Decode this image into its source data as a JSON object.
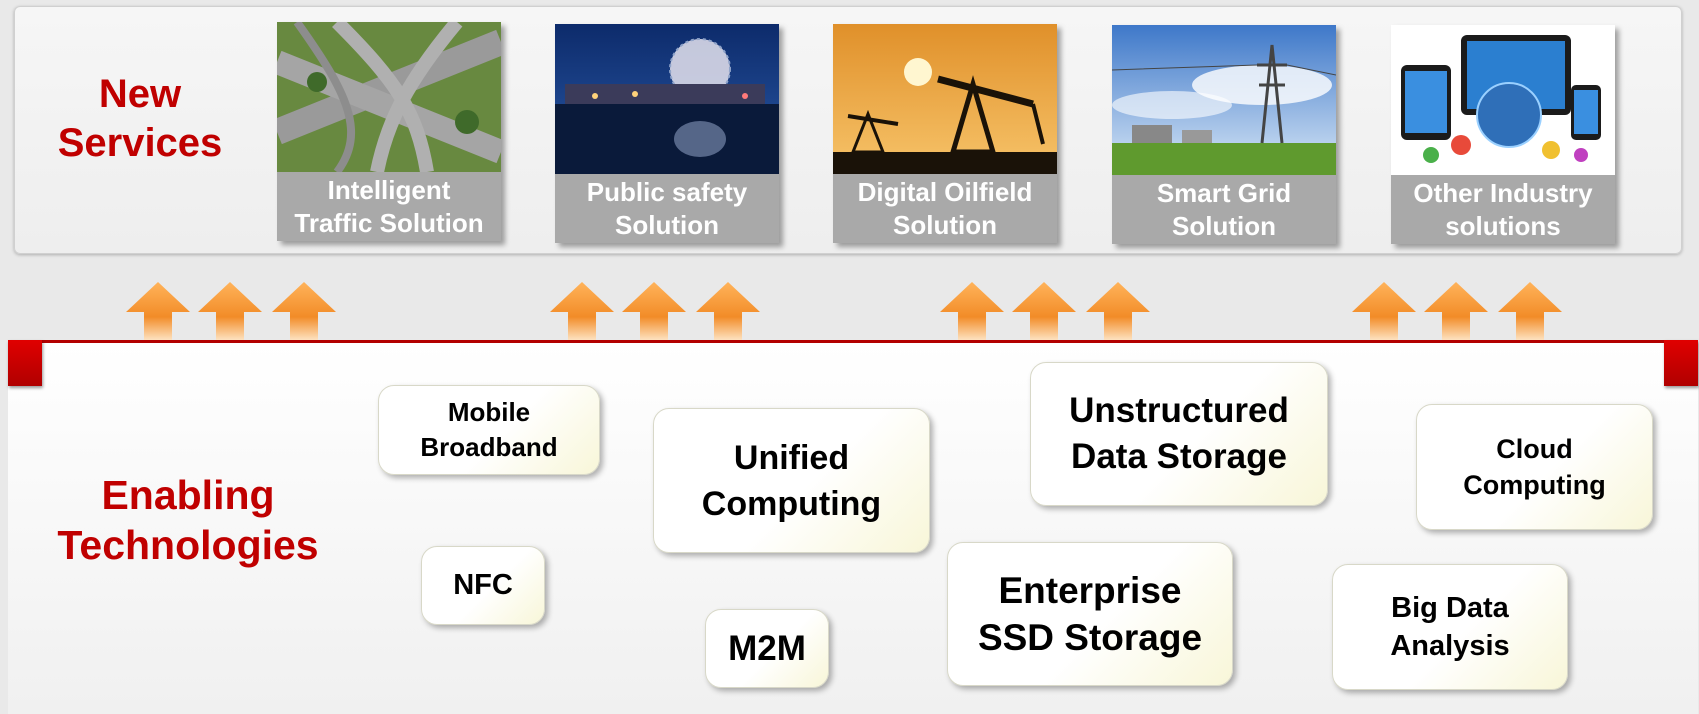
{
  "new_services": {
    "title": "New\nServices",
    "cards": [
      {
        "label": "Intelligent\nTraffic Solution",
        "image": "highway-interchange-photo"
      },
      {
        "label": "Public safety\nSolution",
        "image": "city-night-dome-photo"
      },
      {
        "label": "Digital Oilfield\nSolution",
        "image": "oil-pumpjack-sunset-photo"
      },
      {
        "label": "Smart Grid\nSolution",
        "image": "power-pylon-field-photo"
      },
      {
        "label": "Other Industry\nsolutions",
        "image": "devices-globe-collage-photo"
      }
    ]
  },
  "enabling_technologies": {
    "title": "Enabling\nTechnologies",
    "items": [
      {
        "label": "Mobile\nBroadband"
      },
      {
        "label": "NFC"
      },
      {
        "label": "Unified\nComputing"
      },
      {
        "label": "M2M"
      },
      {
        "label": "Unstructured\nData Storage"
      },
      {
        "label": "Enterprise\nSSD Storage"
      },
      {
        "label": "Cloud\nComputing"
      },
      {
        "label": "Big Data\nAnalysis"
      }
    ]
  },
  "colors": {
    "accent_red": "#c00000",
    "arrow_orange": "#f28c28",
    "label_gray": "#a9a9a9"
  }
}
